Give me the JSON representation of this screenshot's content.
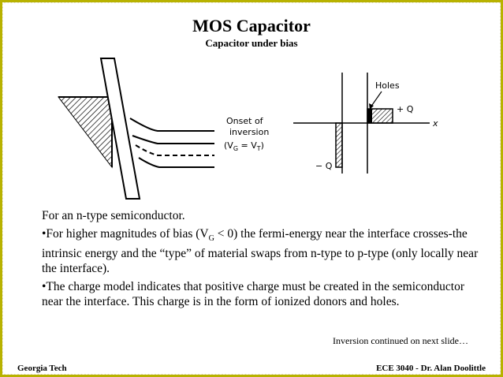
{
  "slide": {
    "title": "MOS Capacitor",
    "subtitle": "Capacitor under bias"
  },
  "band_diagram": {
    "onset_label_1": "Onset of",
    "onset_label_2": "inversion",
    "onset_label_3": "(V",
    "onset_sub_g": "G",
    "onset_eq": " = V",
    "onset_sub_t": "T",
    "onset_close": ")"
  },
  "charge_diagram": {
    "holes_label": "Holes",
    "plus_q_label": "+ Q",
    "minus_q_label": "− Q",
    "x_label": "x"
  },
  "body": {
    "line_intro": "For an n-type semiconductor.",
    "bullet1_part1": "•For higher magnitudes of bias (V",
    "bullet1_sub": "G",
    "bullet1_part2": " < 0)  the fermi-energy near the interface crosses-the intrinsic energy and the “type” of material swaps from n-type to p-type (only locally near the interface).",
    "bullet2": "•The charge model indicates that positive charge must be created in the semiconductor near the interface.  This charge is in the form of ionized donors and holes."
  },
  "footnote": "Inversion continued on next slide…",
  "footer": {
    "left": "Georgia Tech",
    "right": "ECE 3040 - Dr. Alan Doolittle"
  }
}
